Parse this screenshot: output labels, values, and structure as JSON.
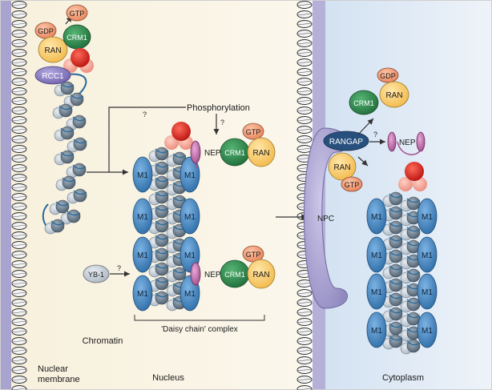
{
  "regions": {
    "chromatin": "Chromatin",
    "nuclear_membrane_line1": "Nuclear",
    "nuclear_membrane_line2": "membrane",
    "nucleus": "Nucleus",
    "cytoplasm": "Cytoplasm"
  },
  "process": {
    "phosphorylation": "Phosphorylation",
    "complex_caption": "'Daisy chain' complex",
    "unknown_mark": "?"
  },
  "proteins": {
    "gtp": "GTP",
    "gdp": "GDP",
    "ran": "RAN",
    "crm1": "CRM1",
    "rcc1": "RCC1",
    "nep": "NEP",
    "m1": "M1",
    "yb1": "YB-1",
    "npc": "NPC",
    "rangap": "RANGAP"
  },
  "colors": {
    "membrane": "#a9a4cf",
    "nucleus_bg": "#f6efdc",
    "cytoplasm_bg": "#d9e6f3",
    "m1_blue": "#3f86c6",
    "nucleosome": "#7f8c99",
    "crm1_green": "#2e8a4c",
    "ran_yellow": "#fdcf74",
    "gtp_orange": "#f4a179",
    "rcc1_purple": "#8a7fc2",
    "nep_pink": "#c47bb3",
    "red_sphere": "#d8231f",
    "rangap_navy": "#27507f"
  }
}
